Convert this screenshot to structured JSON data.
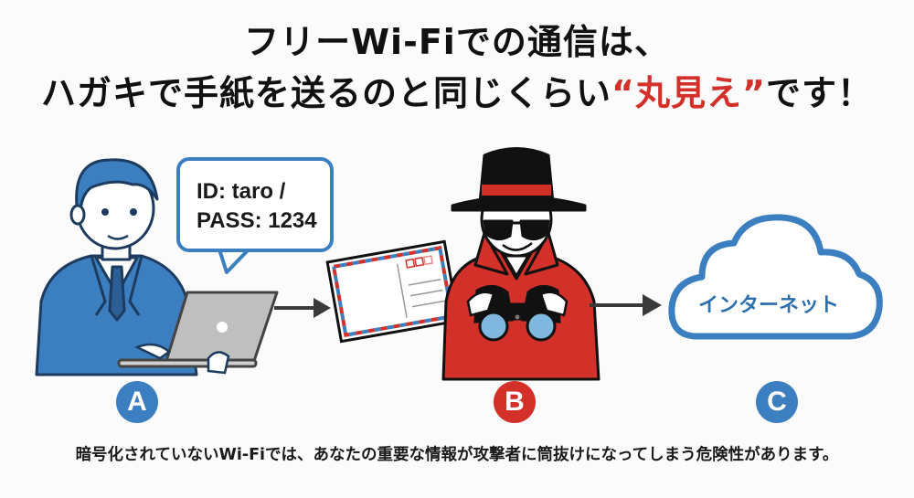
{
  "title": {
    "line1": "フリーWi-Fiでの通信は、",
    "line2_prefix": "ハガキで手紙を送るのと同じくらい",
    "line2_highlight": "“丸見え”",
    "line2_suffix": "です！"
  },
  "speech_bubble": {
    "line1": "ID: taro /",
    "line2": "PASS: 1234"
  },
  "nodes": [
    {
      "id": "A",
      "label": "A",
      "role": "user-with-laptop",
      "color": "#3c7fc0"
    },
    {
      "id": "B",
      "label": "B",
      "role": "attacker-with-binoculars",
      "color": "#d3302a"
    },
    {
      "id": "C",
      "label": "C",
      "role": "internet-cloud",
      "color": "#3c7fc0"
    }
  ],
  "cloud": {
    "label": "インターネット"
  },
  "caption": "暗号化されていないWi-Fiでは、あなたの重要な情報が攻撃者に筒抜けになってしまう危険性があります。",
  "colors": {
    "accent_blue": "#3c7fc0",
    "accent_red": "#d3302a",
    "arrow": "#3a3a3a"
  }
}
